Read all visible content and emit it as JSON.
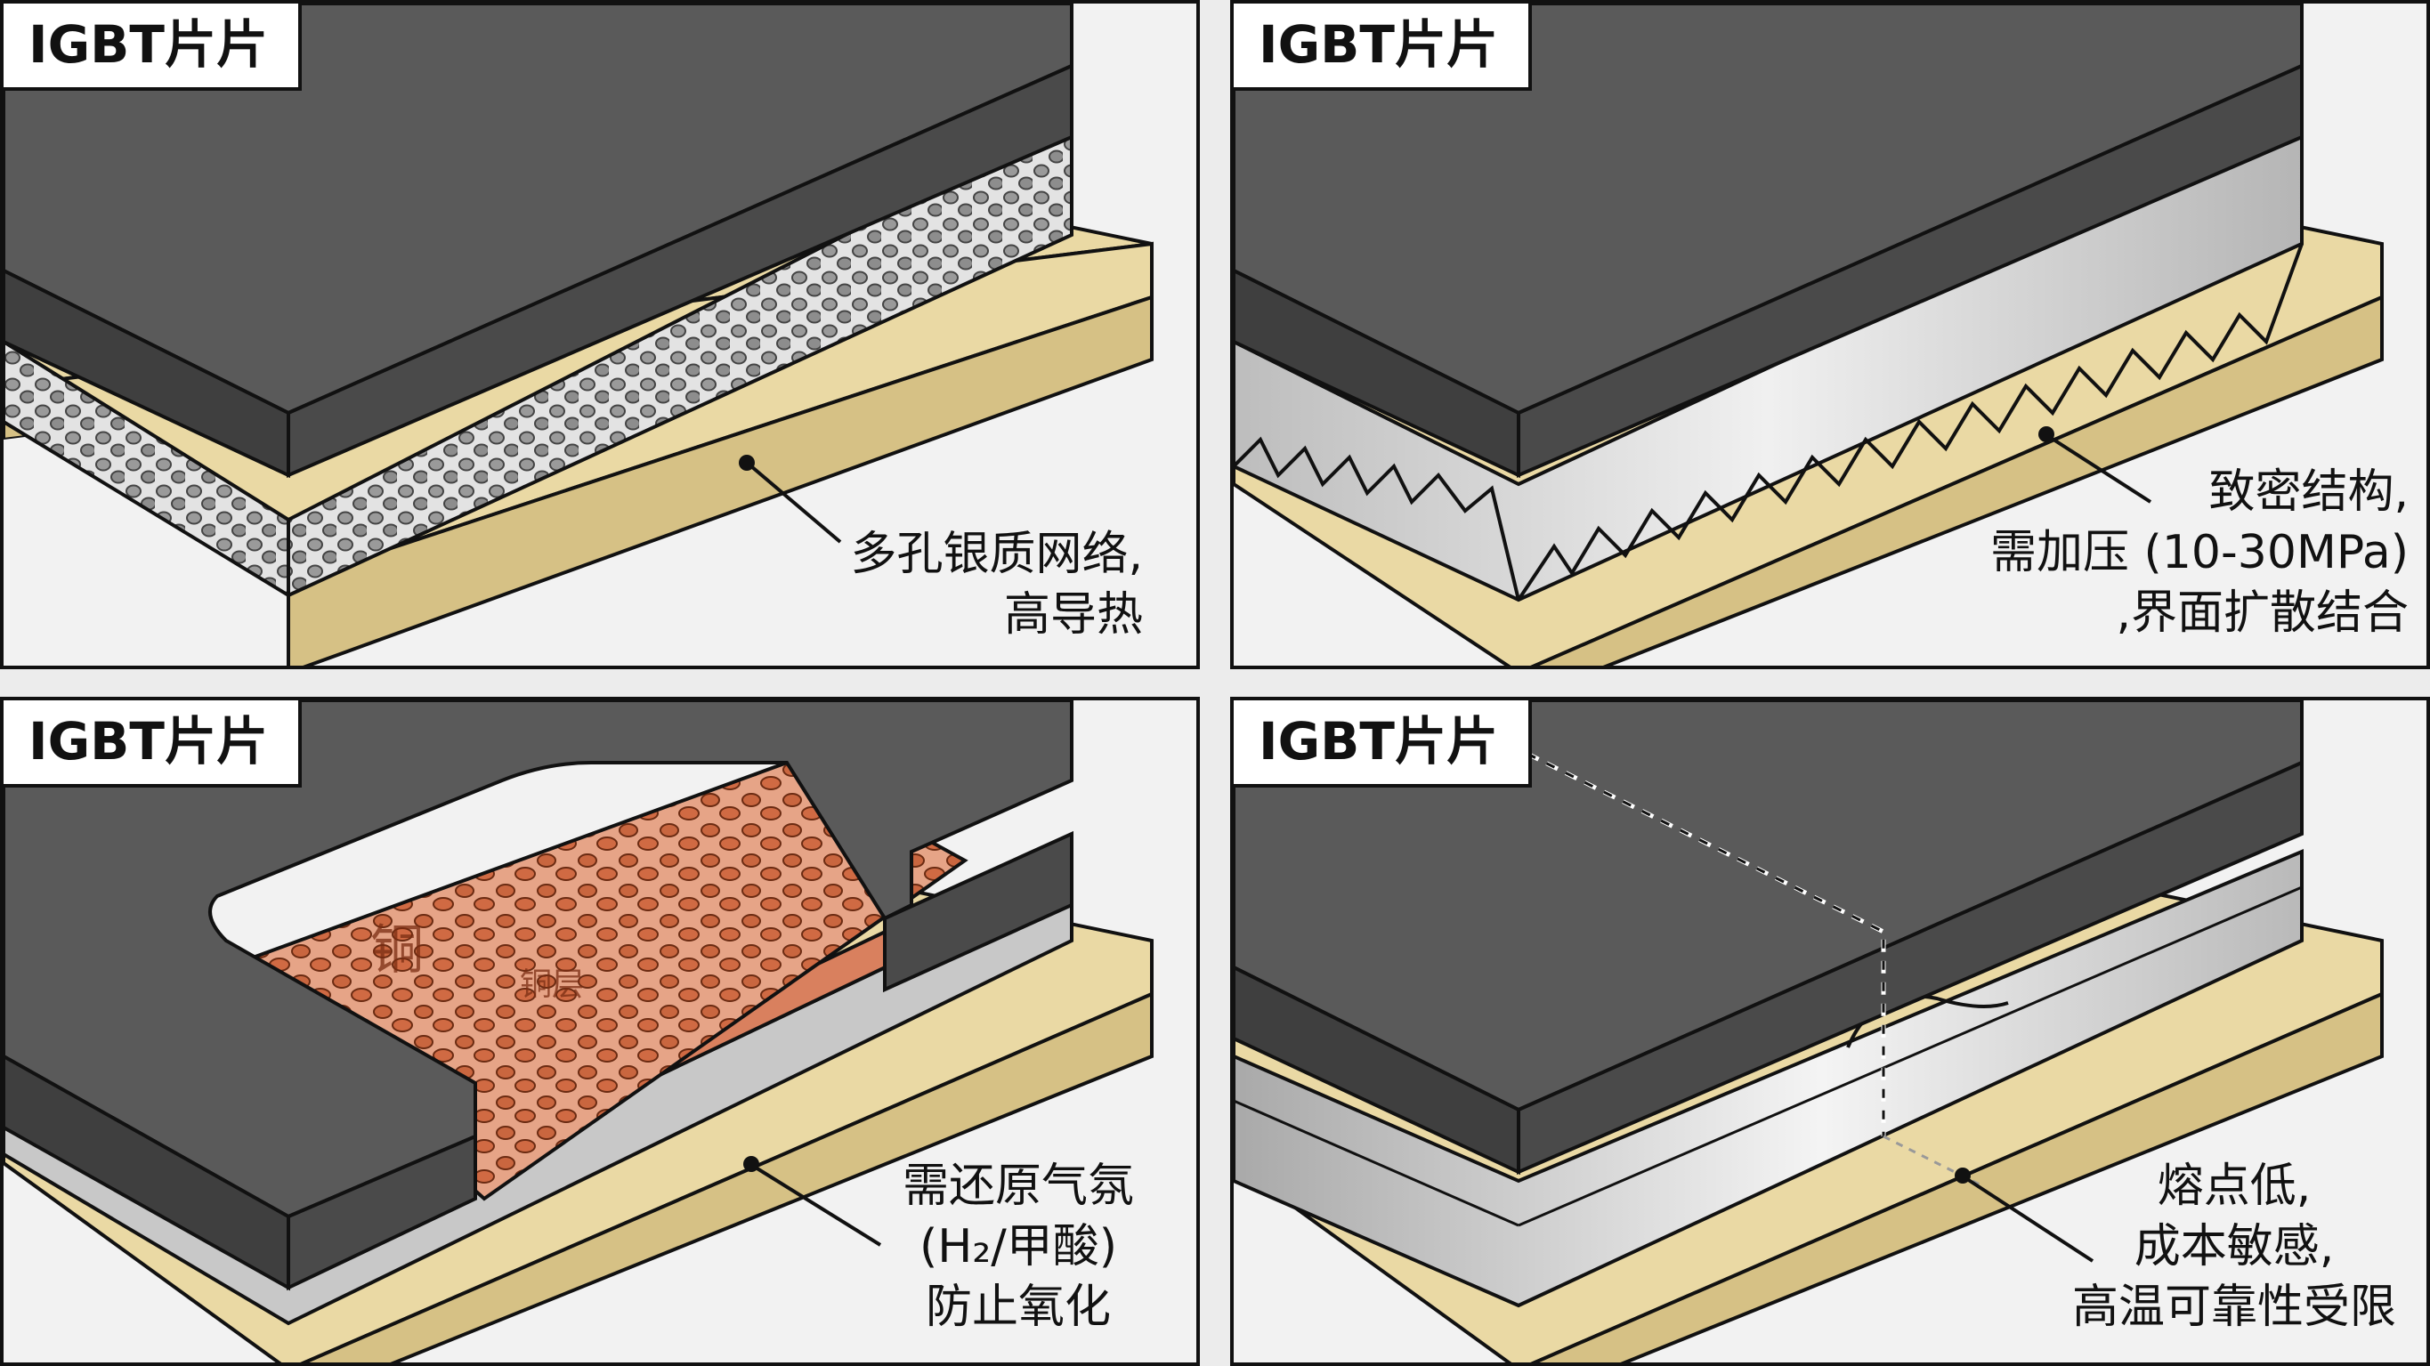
{
  "panels": [
    {
      "chip_label": "IGBT片片",
      "caption": [
        "多孔银质网络,",
        "高导热"
      ]
    },
    {
      "chip_label": "IGBT片片",
      "caption": [
        "致密结构,",
        "需加压 (10-30MPa)",
        ",界面扩散结合"
      ]
    },
    {
      "chip_label": "IGBT片片",
      "caption": [
        "需还原气氛",
        "(H₂/甲酸)",
        "防止氧化"
      ],
      "marks": [
        "铜",
        "铜层"
      ]
    },
    {
      "chip_label": "IGBT片片",
      "caption": [
        "熔点低,",
        "成本敏感,",
        "高温可靠性受限"
      ]
    }
  ],
  "colors": {
    "chip_top": "#5a5a5a",
    "chip_side": "#3e3e3e",
    "substrate_top": "#e9d9a6",
    "substrate_side": "#d7c283",
    "silver": "#cfcfcf",
    "copper": "#d9805e",
    "outline": "#111111"
  }
}
